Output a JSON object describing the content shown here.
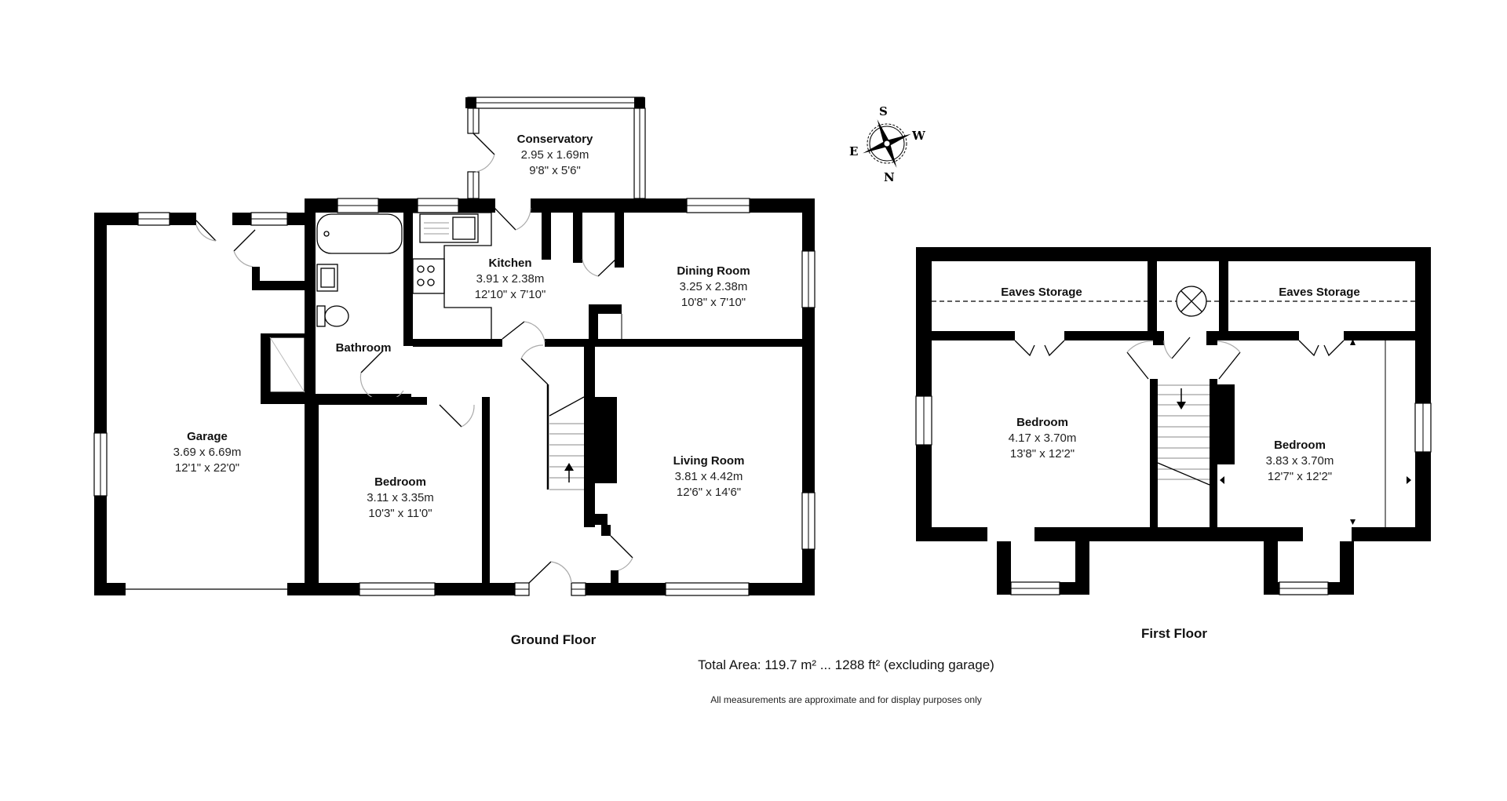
{
  "floors": [
    {
      "title": "Ground Floor",
      "rooms": [
        {
          "name": "Conservatory",
          "metric": "2.95 x 1.69m",
          "imperial": "9'8\" x 5'6\""
        },
        {
          "name": "Kitchen",
          "metric": "3.91 x 2.38m",
          "imperial": "12'10\" x 7'10\""
        },
        {
          "name": "Dining Room",
          "metric": "3.25 x 2.38m",
          "imperial": "10'8\" x 7'10\""
        },
        {
          "name": "Bathroom"
        },
        {
          "name": "Garage",
          "metric": "3.69 x 6.69m",
          "imperial": "12'1\" x 22'0\""
        },
        {
          "name": "Bedroom",
          "metric": "3.11 x 3.35m",
          "imperial": "10'3\" x 11'0\""
        },
        {
          "name": "Living Room",
          "metric": "3.81 x 4.42m",
          "imperial": "12'6\" x 14'6\""
        }
      ]
    },
    {
      "title": "First Floor",
      "rooms": [
        {
          "name": "Eaves Storage"
        },
        {
          "name": "Eaves Storage"
        },
        {
          "name": "Bedroom",
          "metric": "4.17 x 3.70m",
          "imperial": "13'8\" x 12'2\""
        },
        {
          "name": "Bedroom",
          "metric": "3.83 x 3.70m",
          "imperial": "12'7\" x 12'2\""
        }
      ]
    }
  ],
  "compass": {
    "top": "S",
    "right": "W",
    "bottom": "N",
    "left": "E"
  },
  "summary": {
    "total_area": "Total Area: 119.7 m² ... 1288 ft² (excluding garage)",
    "disclaimer": "All measurements are approximate and for display purposes only"
  }
}
